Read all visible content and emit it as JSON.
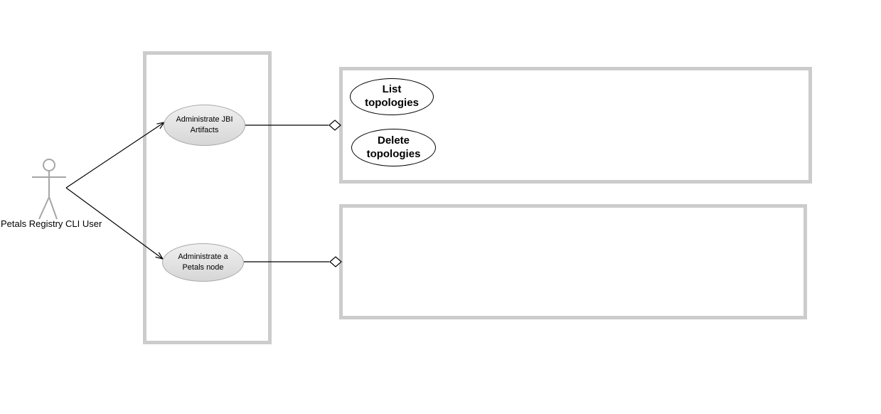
{
  "diagram_type": "uml-use-case-diagram",
  "actor": {
    "label": "Petals Registry CLI User"
  },
  "system_boundaries": {
    "left": {
      "use_cases": [
        {
          "label": "Administrate JBI Artifacts"
        },
        {
          "label": "Administrate a Petals node"
        }
      ]
    },
    "top_right": {
      "use_cases": [
        {
          "label": "List topologies"
        },
        {
          "label": "Delete topologies"
        }
      ]
    },
    "bottom_right": {
      "use_cases": []
    }
  },
  "relationships": [
    {
      "type": "association-arrow",
      "from": "Petals Registry CLI User",
      "to": "Administrate JBI Artifacts"
    },
    {
      "type": "association-arrow",
      "from": "Petals Registry CLI User",
      "to": "Administrate a Petals node"
    },
    {
      "type": "aggregation",
      "from": "Administrate JBI Artifacts",
      "to": "top-right-boundary"
    },
    {
      "type": "aggregation",
      "from": "Administrate a Petals node",
      "to": "bottom-right-boundary"
    }
  ],
  "colors": {
    "background": "#ffffff",
    "boundary_border": "#cccccc",
    "use_case_gray_fill": "#e2e2e2",
    "use_case_gray_border": "#a9a9a9",
    "use_case_white_fill": "#ffffff",
    "use_case_white_border": "#000000",
    "actor_stroke": "#a6a6a6",
    "connector_stroke": "#000000",
    "text": "#000000"
  }
}
